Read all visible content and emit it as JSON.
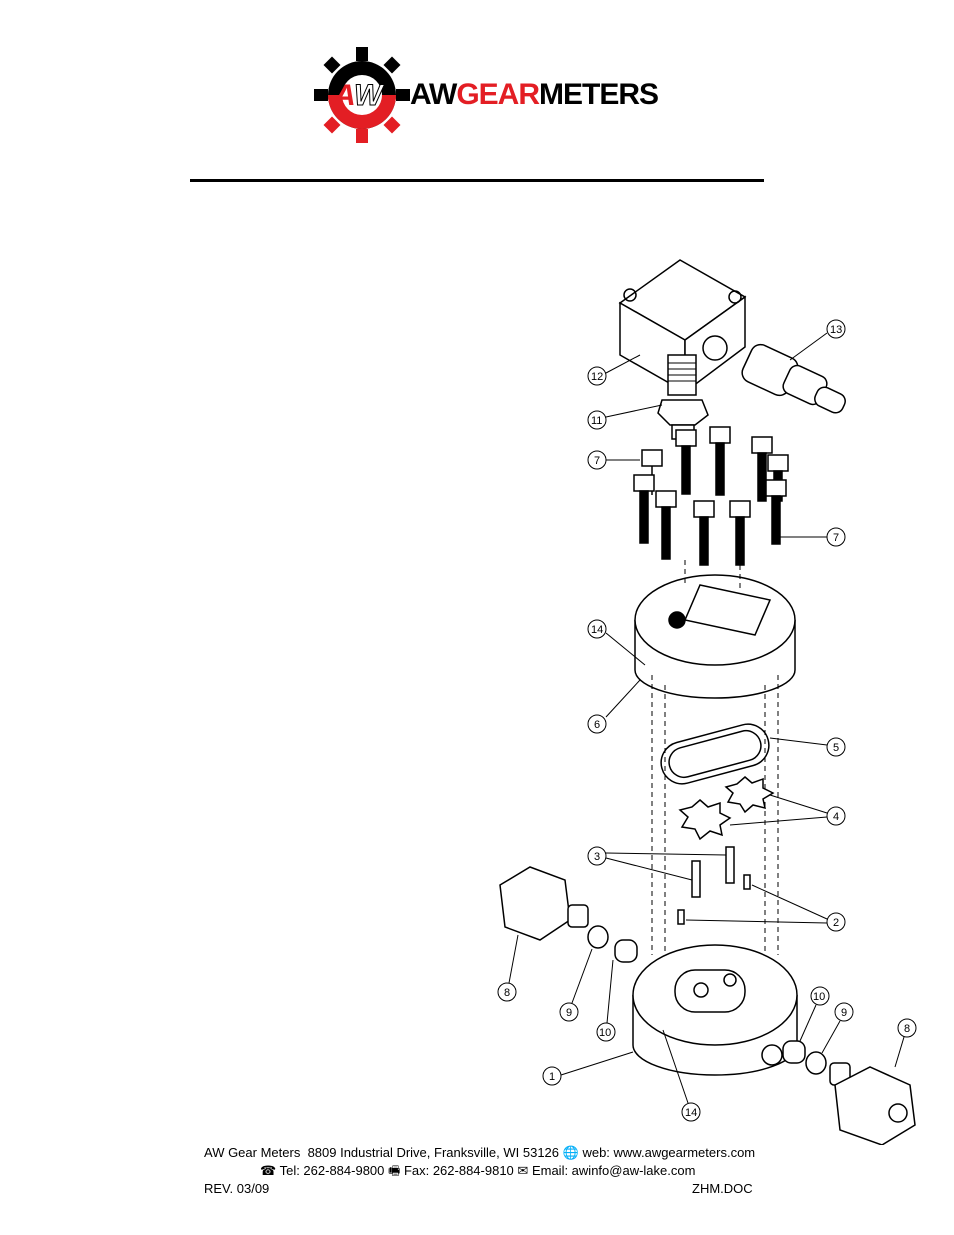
{
  "header": {
    "brand_prefix": "AW",
    "brand_red": "GEAR",
    "brand_suffix": "METERS",
    "colors": {
      "red": "#e31e24",
      "black": "#000000"
    }
  },
  "diagram": {
    "callouts": [
      "13",
      "12",
      "11",
      "7",
      "7",
      "14",
      "6",
      "5",
      "4",
      "3",
      "2",
      "8",
      "9",
      "10",
      "10",
      "9",
      "8",
      "1",
      "14"
    ]
  },
  "footer": {
    "company": "AW Gear Meters",
    "address": "8809 Industrial Drive, Franksville, WI 53126",
    "web": "web: www.awgearmeters.com",
    "tel": "Tel:  262-884-9800",
    "fax": "Fax:  262-884-9810",
    "email": "Email: awinfo@aw-lake.com",
    "rev": "REV. 03/09",
    "doc": "ZHM.DOC"
  }
}
